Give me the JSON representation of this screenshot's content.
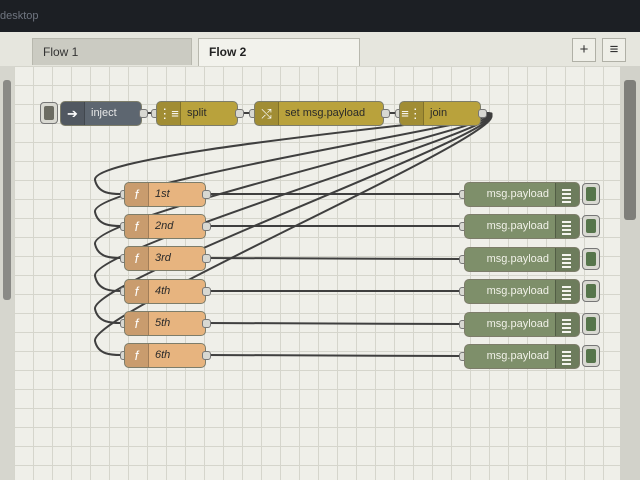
{
  "window": {
    "title": "desktop"
  },
  "tabs": [
    {
      "label": "Flow 1"
    },
    {
      "label": "Flow 2",
      "active": true
    }
  ],
  "toolbar": {
    "add_symbol": "+",
    "menu_symbol": "≡"
  },
  "colors": {
    "inject": "#5d6670",
    "change": "#b9a23c",
    "function": "#e7b47f",
    "debug": "#7e8f6a",
    "wire": "#3f3f3f"
  },
  "chain": [
    {
      "label": "inject",
      "icon": "arrow-right-icon"
    },
    {
      "label": "split",
      "icon": "split-icon"
    },
    {
      "label": "set msg.payload",
      "icon": "shuffle-icon"
    },
    {
      "label": "join",
      "icon": "join-icon"
    }
  ],
  "functions": [
    {
      "label": "1st",
      "icon": "function-icon"
    },
    {
      "label": "2nd",
      "icon": "function-icon"
    },
    {
      "label": "3rd",
      "icon": "function-icon"
    },
    {
      "label": "4th",
      "icon": "function-icon"
    },
    {
      "label": "5th",
      "icon": "function-icon"
    },
    {
      "label": "6th",
      "icon": "function-icon"
    }
  ],
  "debugs": [
    {
      "label": "msg.payload",
      "icon": "list-icon"
    },
    {
      "label": "msg.payload",
      "icon": "list-icon"
    },
    {
      "label": "msg.payload",
      "icon": "list-icon"
    },
    {
      "label": "msg.payload",
      "icon": "list-icon"
    },
    {
      "label": "msg.payload",
      "icon": "list-icon"
    },
    {
      "label": "msg.payload",
      "icon": "list-icon"
    }
  ]
}
